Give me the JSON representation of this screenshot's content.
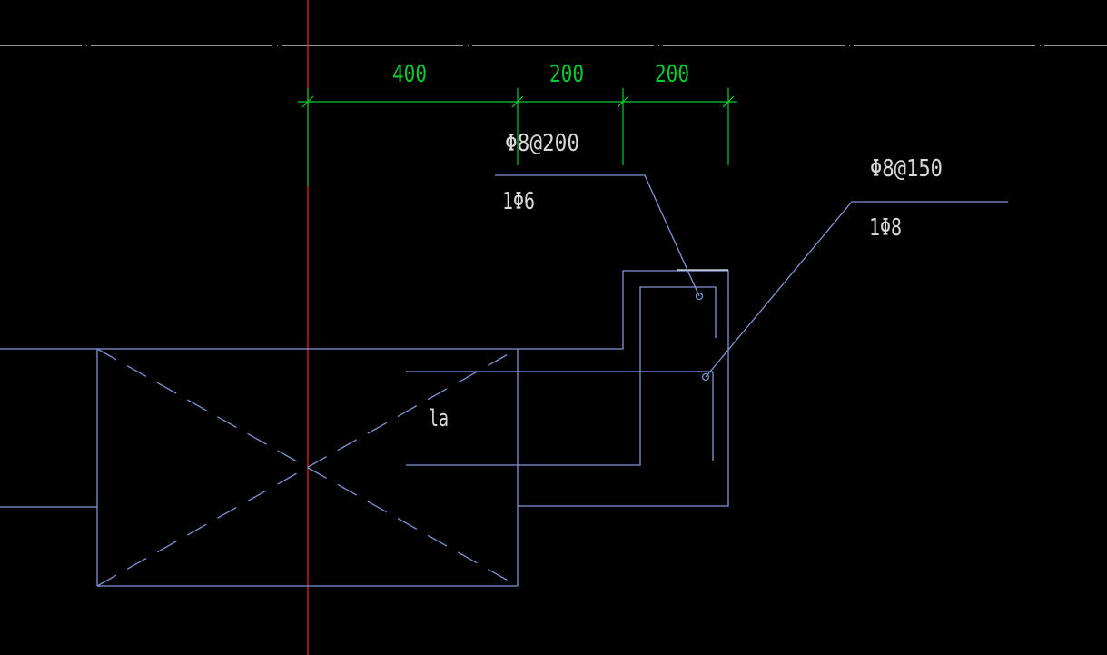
{
  "drawing": {
    "colors": {
      "background": "#000000",
      "dimension": "#00cc33",
      "axis": "#ff2020",
      "geometry": "#7f95d6",
      "text": "#d8d8d8",
      "centerline": "#e8e8e8"
    },
    "dimensions": [
      "400",
      "200",
      "200"
    ],
    "annotations": {
      "top_rebar_stirrup": "Φ8@200",
      "top_rebar_bar": "1Φ6",
      "right_rebar_stirrup": "Φ8@150",
      "right_rebar_bar": "1Φ8",
      "anchorage": "la"
    }
  }
}
